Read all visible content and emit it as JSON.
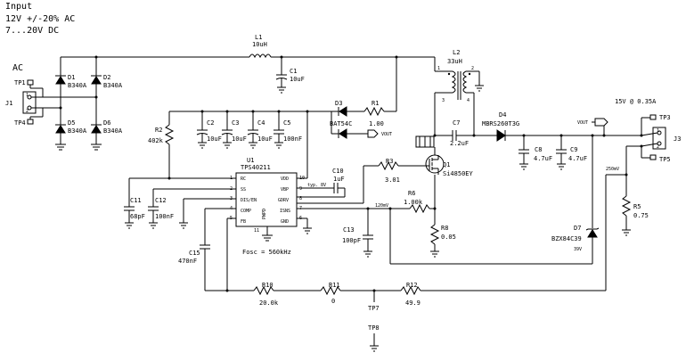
{
  "header": {
    "input_title": "Input",
    "input_ac": "12V +/-20% AC",
    "input_dc": "7...20V DC",
    "ac_label": "AC"
  },
  "output_spec": "15V @ 0.35A",
  "components": {
    "L1": {
      "ref": "L1",
      "value": "10uH"
    },
    "L2": {
      "ref": "L2",
      "value": "33uH"
    },
    "C1": {
      "ref": "C1",
      "value": "10uF"
    },
    "C2": {
      "ref": "C2",
      "value": "10uF"
    },
    "C3": {
      "ref": "C3",
      "value": "10uF"
    },
    "C4": {
      "ref": "C4",
      "value": "10uF"
    },
    "C5": {
      "ref": "C5",
      "value": "100nF"
    },
    "C7": {
      "ref": "C7",
      "value": "2.2uF"
    },
    "C8": {
      "ref": "C8",
      "value": "4.7uF"
    },
    "C9": {
      "ref": "C9",
      "value": "4.7uF"
    },
    "C10": {
      "ref": "C10",
      "value": "1uF"
    },
    "C11": {
      "ref": "C11",
      "value": "68pF"
    },
    "C12": {
      "ref": "C12",
      "value": "100nF"
    },
    "C13": {
      "ref": "C13",
      "value": "100pF"
    },
    "C15": {
      "ref": "C15",
      "value": "470nF"
    },
    "D1": {
      "ref": "D1",
      "value": "B340A"
    },
    "D2": {
      "ref": "D2",
      "value": "B340A"
    },
    "D5": {
      "ref": "D5",
      "value": "B340A"
    },
    "D6": {
      "ref": "D6",
      "value": "B340A"
    },
    "D3": {
      "ref": "D3",
      "value": "BAT54C"
    },
    "D4": {
      "ref": "D4",
      "value": "MBRS260T3G"
    },
    "D7": {
      "ref": "D7",
      "value": "BZX84C39",
      "note": "39V"
    },
    "R1": {
      "ref": "R1",
      "value": "1.00"
    },
    "R2": {
      "ref": "R2",
      "value": "402k"
    },
    "R3": {
      "ref": "R3",
      "value": "3.01"
    },
    "R5": {
      "ref": "R5",
      "value": "0.75"
    },
    "R6": {
      "ref": "R6",
      "value": "1.00k"
    },
    "R8": {
      "ref": "R8",
      "value": "0.05"
    },
    "R10": {
      "ref": "R10",
      "value": "20.0k"
    },
    "R11": {
      "ref": "R11",
      "value": "0"
    },
    "R12": {
      "ref": "R12",
      "value": "49.9"
    },
    "Q1": {
      "ref": "Q1",
      "value": "Si4850EY"
    },
    "U1": {
      "ref": "U1",
      "value": "TPS40211",
      "fosc": "Fosc = 560kHz",
      "pins_left": [
        {
          "num": "1",
          "name": "RC"
        },
        {
          "num": "2",
          "name": "SS"
        },
        {
          "num": "3",
          "name": "DIS/EN"
        },
        {
          "num": "4",
          "name": "COMP"
        },
        {
          "num": "5",
          "name": "FB"
        }
      ],
      "pins_right": [
        {
          "num": "10",
          "name": "VDD"
        },
        {
          "num": "9",
          "name": "VBP"
        },
        {
          "num": "8",
          "name": "GDRV"
        },
        {
          "num": "7",
          "name": "ISNS"
        },
        {
          "num": "6",
          "name": "GND"
        }
      ],
      "pin_pwpd": "PWPD",
      "pin_11": "11"
    }
  },
  "connectors": {
    "J1": "J1",
    "J3": "J3",
    "J3_pin1": "1",
    "J3_pin2": "2",
    "J1_pin1": "1",
    "J1_pin2": "2"
  },
  "testpoints": {
    "TP1": "TP1",
    "TP4": "TP4",
    "TP3": "TP3",
    "TP5": "TP5",
    "TP7": "TP7",
    "TP8": "TP8"
  },
  "nets": {
    "vout_d3": "VOUT",
    "vout_right": "VOUT",
    "typ8v": "typ. 8V",
    "mv120": "120mV",
    "mv250": "250mV"
  },
  "l2_pins": [
    "1",
    "2",
    "3",
    "4"
  ]
}
